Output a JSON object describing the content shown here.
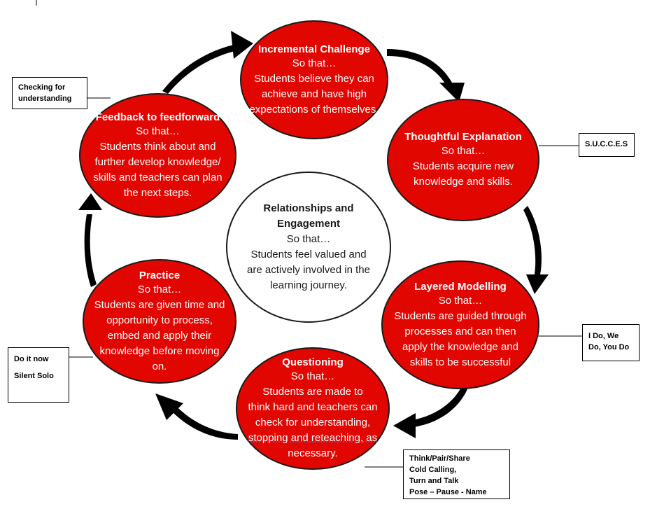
{
  "colors": {
    "node_fill": "#e10600",
    "node_text": "#ffffff",
    "center_fill": "#ffffff",
    "arrow": "#000000"
  },
  "center": {
    "title_line1": "Relationships and",
    "title_line2": "Engagement",
    "so_that": "So that…",
    "desc_lines": [
      "Students feel valued and",
      "are actively involved in the",
      "learning journey."
    ]
  },
  "nodes": [
    {
      "id": "incremental-challenge",
      "title": "Incremental Challenge",
      "so_that": "So that…",
      "desc_lines": [
        "Students believe they can",
        "achieve and have high",
        "expectations of themselves."
      ]
    },
    {
      "id": "thoughtful-explanation",
      "title": "Thoughtful Explanation",
      "so_that": "So that…",
      "desc_lines": [
        "Students acquire new",
        "knowledge and skills."
      ]
    },
    {
      "id": "layered-modelling",
      "title": "Layered Modelling",
      "so_that": "So that…",
      "desc_lines": [
        "Students are guided through",
        "processes and can then",
        "apply the knowledge and",
        "skills to be successful"
      ]
    },
    {
      "id": "questioning",
      "title": "Questioning",
      "so_that": "So that…",
      "desc_lines": [
        "Students are made to",
        "think hard and teachers can",
        "check for understanding,",
        "stopping and reteaching, as",
        "necessary."
      ]
    },
    {
      "id": "practice",
      "title": "Practice",
      "so_that": "So that…",
      "desc_lines": [
        "Students are given time and",
        "opportunity to process,",
        "embed and apply their",
        "knowledge before moving",
        "on."
      ]
    },
    {
      "id": "feedback",
      "title": "Feedback to feedforward",
      "so_that": "So that…",
      "desc_lines": [
        "Students think about and",
        "further develop knowledge/",
        "skills and teachers can plan",
        "the next steps."
      ]
    }
  ],
  "callouts": {
    "checking": [
      "Checking for",
      "understanding"
    ],
    "succes": [
      "S.U.C.C.E.S"
    ],
    "idowe": [
      "I Do, We",
      "Do, You Do"
    ],
    "think": [
      "Think/Pair/Share",
      "Cold Calling,",
      "Turn and Talk",
      "Pose – Pause - Name"
    ],
    "doitnow": [
      "Do it now",
      "",
      "Silent Solo"
    ]
  }
}
